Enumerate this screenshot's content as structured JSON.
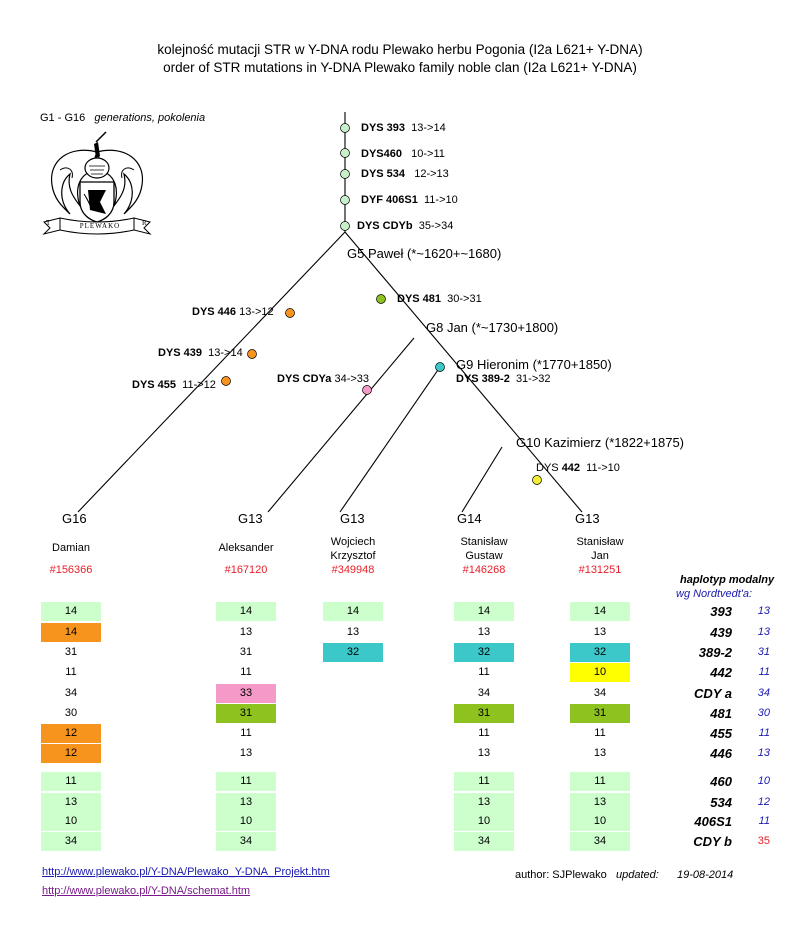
{
  "title_line1": "kolejność mutacji STR w Y-DNA rodu Plewako herbu Pogonia (I2a L621+ Y-DNA)",
  "title_line2": "order of STR mutations in Y-DNA Plewako family noble clan (I2a L621+ Y-DNA)",
  "gen_note": {
    "range": "G1 - G16",
    "desc": "generations, pokolenia"
  },
  "crest_text": "PLEWAKO",
  "crest_side_left": "T",
  "crest_side_right": "R",
  "trunk_mutations": [
    {
      "marker": "DYS 393",
      "change": "13->14",
      "color": "#c8f0c8"
    },
    {
      "marker": "DYS460",
      "change": "10->11",
      "color": "#c8f0c8"
    },
    {
      "marker": "DYS 534",
      "change": "12->13",
      "color": "#c8f0c8"
    },
    {
      "marker": "DYF 406S1",
      "change": "11->10",
      "color": "#c8f0c8"
    },
    {
      "marker": "DYS CDYb",
      "change": "35->34",
      "color": "#c8f0c8"
    }
  ],
  "nodes": {
    "g5": "G5 Paweł (*~1620+~1680)",
    "g8": "G8  Jan (*~1730+1800)",
    "g9": "G9 Hieronim (*1770+1850)",
    "g10": "G10 Kazimierz (*1822+1875)"
  },
  "branch_mutations": {
    "dys446": {
      "marker": "DYS 446",
      "change": "13->12",
      "color": "#f7941d"
    },
    "dys439": {
      "marker": "DYS 439",
      "change": "13->14",
      "color": "#f7941d"
    },
    "dys455": {
      "marker": "DYS 455",
      "change": "11->12",
      "color": "#f7941d"
    },
    "dys481": {
      "marker": "DYS 481",
      "change": "30->31",
      "color": "#8dc21f"
    },
    "dyscdya": {
      "marker": "DYS CDYa",
      "change": "34->33",
      "color": "#f59ac8"
    },
    "dys3892": {
      "marker": "DYS 389-2",
      "change": "31->32",
      "color": "#3cc8c8"
    },
    "dys442": {
      "marker": "DYS 442",
      "change": "11->10",
      "color": "#f5ee30"
    }
  },
  "people": [
    {
      "gen": "G16",
      "name": "Damian",
      "name2": "",
      "kit": "#156366",
      "values": [
        "14",
        "14",
        "31",
        "11",
        "34",
        "30",
        "12",
        "12",
        "11",
        "13",
        "10",
        "34"
      ],
      "colors": [
        "#ccffcc",
        "#f7941d",
        "",
        "",
        "",
        "",
        "#f7941d",
        "#f7941d",
        "#ccffcc",
        "#ccffcc",
        "#ccffcc",
        "#ccffcc"
      ]
    },
    {
      "gen": "G13",
      "name": "Aleksander",
      "name2": "",
      "kit": "#167120",
      "values": [
        "14",
        "13",
        "31",
        "11",
        "33",
        "31",
        "11",
        "13",
        "11",
        "13",
        "10",
        "34"
      ],
      "colors": [
        "#ccffcc",
        "",
        "",
        "",
        "#f59ac8",
        "#8dc21f",
        "",
        "",
        "#ccffcc",
        "#ccffcc",
        "#ccffcc",
        "#ccffcc"
      ]
    },
    {
      "gen": "G13",
      "name": "Wojciech",
      "name2": "Krzysztof",
      "kit": "#349948",
      "values": [
        "14",
        "13",
        "32",
        "",
        "",
        "",
        "",
        "",
        "",
        "",
        "",
        ""
      ],
      "colors": [
        "#ccffcc",
        "",
        "#3cc8c8",
        "",
        "",
        "",
        "",
        "",
        "",
        "",
        "",
        ""
      ]
    },
    {
      "gen": "G14",
      "name": "Stanisław",
      "name2": "Gustaw",
      "kit": "#146268",
      "values": [
        "14",
        "13",
        "32",
        "11",
        "34",
        "31",
        "11",
        "13",
        "11",
        "13",
        "10",
        "34"
      ],
      "colors": [
        "#ccffcc",
        "",
        "#3cc8c8",
        "",
        "",
        "#8dc21f",
        "",
        "",
        "#ccffcc",
        "#ccffcc",
        "#ccffcc",
        "#ccffcc"
      ]
    },
    {
      "gen": "G13",
      "name": "Stanisław",
      "name2": "Jan",
      "kit": "#131251",
      "values": [
        "14",
        "13",
        "32",
        "10",
        "34",
        "31",
        "11",
        "13",
        "11",
        "13",
        "10",
        "34"
      ],
      "colors": [
        "#ccffcc",
        "",
        "#3cc8c8",
        "#ffff00",
        "",
        "#8dc21f",
        "",
        "",
        "#ccffcc",
        "#ccffcc",
        "#ccffcc",
        "#ccffcc"
      ]
    }
  ],
  "modal_header": {
    "line1": "haplotyp modalny",
    "line2": "wg Nordtvedt'a:"
  },
  "markers": [
    "393",
    "439",
    "389-2",
    "442",
    "CDY a",
    "481",
    "455",
    "446",
    "460",
    "534",
    "406S1",
    "CDY b"
  ],
  "modal_values": [
    "13",
    "13",
    "31",
    "11",
    "34",
    "30",
    "11",
    "13",
    "10",
    "12",
    "11",
    "35"
  ],
  "modal_value_colors": [
    "#1a1ab0",
    "#1a1ab0",
    "#1a1ab0",
    "#1a1ab0",
    "#1a1ab0",
    "#1a1ab0",
    "#1a1ab0",
    "#1a1ab0",
    "#1a1ab0",
    "#1a1ab0",
    "#1a1ab0",
    "#e8202a"
  ],
  "links": [
    {
      "text": "http://www.plewako.pl/Y-DNA/Plewako_Y-DNA_Projekt.htm",
      "color": "#1a1ab0"
    },
    {
      "text": "http://www.plewako.pl/Y-DNA/schemat.htm",
      "color": "#7a1a8a"
    }
  ],
  "author": "author: SJPlewako",
  "updated_label": "updated:",
  "updated_date": "19-08-2014"
}
